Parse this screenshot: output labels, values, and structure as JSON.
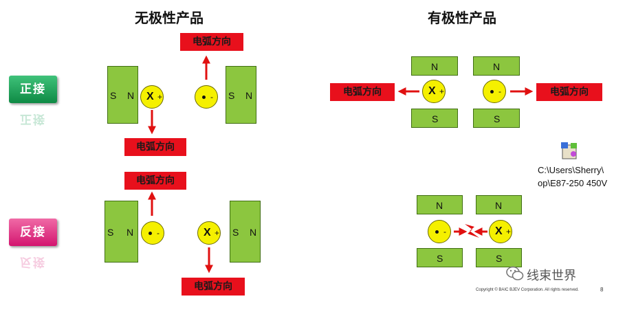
{
  "headings": {
    "nonpolar": "无极性产品",
    "polar": "有极性产品"
  },
  "buttons": {
    "forward": "正接",
    "reverse": "反接"
  },
  "labels": {
    "arc_direction": "电弧方向",
    "north": "N",
    "south": "S",
    "current_in": "X",
    "plus": "+",
    "minus": "-"
  },
  "file_icon": {
    "line1": "C:\\Users\\Sherry\\",
    "line2": "op\\E87-250 450V"
  },
  "footer": {
    "copyright": "Copyright © BAIC BJEV Corporation. All rights reserved.",
    "page_number": "8",
    "watermark": "线束世界"
  },
  "colors": {
    "magnet": "#8cc63f",
    "contact": "#f5f000",
    "arc_label": "#e8101c",
    "arrow": "#e01010",
    "forward_button": "#1fa55a",
    "reverse_button": "#e23a88"
  }
}
